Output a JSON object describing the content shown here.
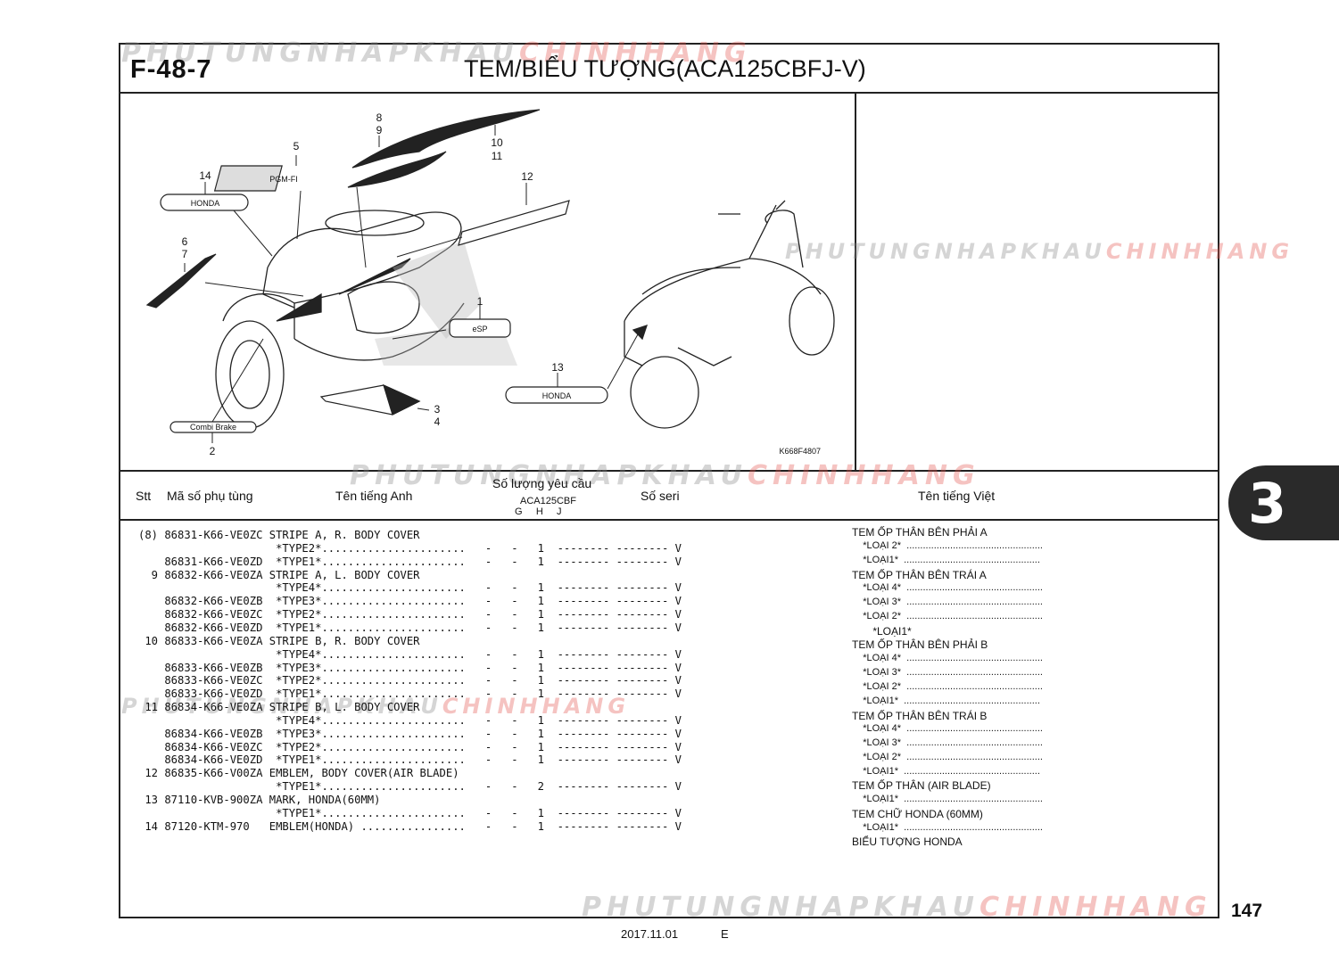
{
  "header": {
    "figure_no": "F-48-7",
    "title": "TEM/BIỂU TƯỢNG(ACA125CBFJ-V)"
  },
  "watermark": {
    "part1": "PHUTUNGNHAPKHAU",
    "part2": "CHINHHANG"
  },
  "diagram": {
    "code": "K668F4807",
    "callouts": [
      "1",
      "2",
      "3",
      "4",
      "5",
      "6",
      "7",
      "8",
      "9",
      "10",
      "11",
      "12",
      "13",
      "14"
    ],
    "emblem_texts": {
      "honda": "HONDA",
      "esp": "eSP",
      "combi": "Combi Brake",
      "pgmfi": "PGM-FI"
    }
  },
  "table": {
    "col_stt": "Stt",
    "col_part_no": "Mã số phụ tùng",
    "col_en": "Tên tiếng Anh",
    "col_qty": "Số lượng yêu cầu",
    "col_model": "ACA125CBF",
    "col_ghj": "G     H     J",
    "col_serial": "Số seri",
    "col_vi": "Tên tiếng Việt",
    "rows": [
      "(8) 86831-K66-VE0ZC STRIPE A, R. BODY COVER",
      "                     *TYPE2*......................   -   -   1  -------- -------- V",
      "    86831-K66-VE0ZD  *TYPE1*......................   -   -   1  -------- -------- V",
      "  9 86832-K66-VE0ZA STRIPE A, L. BODY COVER",
      "                     *TYPE4*......................   -   -   1  -------- -------- V",
      "    86832-K66-VE0ZB  *TYPE3*......................   -   -   1  -------- -------- V",
      "    86832-K66-VE0ZC  *TYPE2*......................   -   -   1  -------- -------- V",
      "    86832-K66-VE0ZD  *TYPE1*......................   -   -   1  -------- -------- V",
      " 10 86833-K66-VE0ZA STRIPE B, R. BODY COVER",
      "                     *TYPE4*......................   -   -   1  -------- -------- V",
      "    86833-K66-VE0ZB  *TYPE3*......................   -   -   1  -------- -------- V",
      "    86833-K66-VE0ZC  *TYPE2*......................   -   -   1  -------- -------- V",
      "    86833-K66-VE0ZD  *TYPE1*......................   -   -   1  -------- -------- V",
      " 11 86834-K66-VE0ZA STRIPE B, L. BODY COVER",
      "                     *TYPE4*......................   -   -   1  -------- -------- V",
      "    86834-K66-VE0ZB  *TYPE3*......................   -   -   1  -------- -------- V",
      "    86834-K66-VE0ZC  *TYPE2*......................   -   -   1  -------- -------- V",
      "    86834-K66-VE0ZD  *TYPE1*......................   -   -   1  -------- -------- V",
      " 12 86835-K66-V00ZA EMBLEM, BODY COVER(AIR BLADE)",
      "                     *TYPE1*......................   -   -   2  -------- -------- V",
      " 13 87110-KVB-900ZA MARK, HONDA(60MM)",
      "                     *TYPE1*......................   -   -   1  -------- -------- V",
      " 14 87120-KTM-970   EMBLEM(HONDA) ................   -   -   1  -------- -------- V"
    ],
    "rows_vi": [
      "TEM ỐP THÂN BÊN PHẢI A",
      "    *LOẠI 2*  ..................................................",
      "    *LOẠI1*  ..................................................",
      "TEM ỐP THÂN BÊN TRÁI A",
      "    *LOẠI 4*  ..................................................",
      "    *LOẠI 3*  ..................................................",
      "    *LOẠI 2*  ..................................................",
      "       *LOẠI1*",
      "TEM ỐP THÂN BÊN PHẢI B",
      "    *LOẠI 4*  ..................................................",
      "    *LOẠI 3*  ..................................................",
      "    *LOẠI 2*  ..................................................",
      "    *LOẠI1*  ..................................................",
      "TEM ỐP THÂN BÊN TRÁI B",
      "    *LOẠI 4*  ..................................................",
      "    *LOẠI 3*  ..................................................",
      "    *LOẠI 2*  ..................................................",
      "    *LOẠI1*  ..................................................",
      "TEM ỐP THÂN (AIR BLADE)",
      "    *LOẠI1*  ...................................................",
      "TEM CHỮ HONDA (60MM)",
      "    *LOẠI1*  ...................................................",
      "BIỂU TƯỢNG HONDA"
    ]
  },
  "side_tab": "3",
  "page_number": "147",
  "footer": {
    "date": "2017.11.01",
    "edition": "E"
  }
}
